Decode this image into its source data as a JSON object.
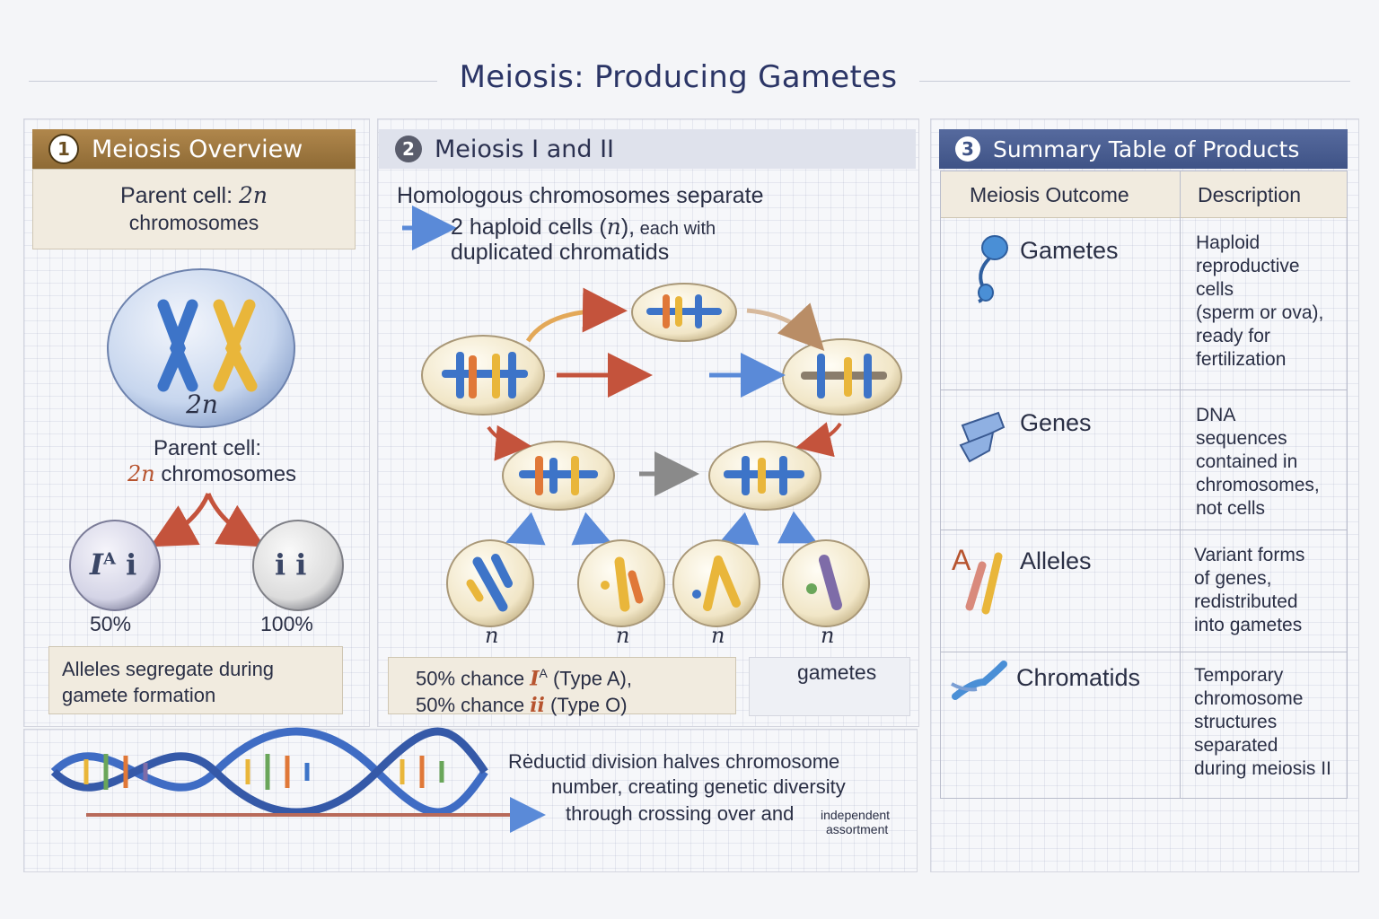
{
  "title": "Meiosis: Producing Gametes",
  "panel1": {
    "number": "1",
    "header": "Meiosis Overview",
    "parent_box_line1": "Parent cell:",
    "parent_box_2n": "2n",
    "parent_box_line2": "chromosomes",
    "cell_label": "2n",
    "parent_line1": "Parent cell:",
    "parent_2n": "2n",
    "parent_line2": " chromosomes",
    "left_cell_text": "I",
    "left_cell_sup": "A",
    "left_cell_i": "i",
    "right_cell_text": "i i",
    "left_pct": "50%",
    "right_pct": "100%",
    "alleles_line1": "Alleles segregate during",
    "alleles_line2": "gamete formation"
  },
  "panel2": {
    "number": "2",
    "header": "Meiosis I and II",
    "intro_line1": "Homologous chromosomes separate",
    "intro_line2a": "2 haploid cells (",
    "intro_line2n": "n",
    "intro_line2b": "),",
    "intro_line2small": " each with",
    "intro_line3": "duplicated chromatids",
    "n_labels": [
      "n",
      "n",
      "n",
      "n"
    ],
    "chance_line1a": "50% chance ",
    "chance_line1g": "I",
    "chance_line1sup": "A",
    "chance_line1b": " (Type A),",
    "chance_line2a": "50% chance ",
    "chance_line2g": "ii",
    "chance_line2b": " (Type O)",
    "gametes_label": "gametes"
  },
  "bottom": {
    "line1": "Rėductid division halves chromosome",
    "line2": "number, creating genetic diversity",
    "line3": "through crossing over and",
    "line3_small": "independent",
    "line4_small": "assortment"
  },
  "panel3": {
    "number": "3",
    "header": "Summary Table of Products",
    "col_outcome": "Meiosis Outcome",
    "col_description": "Description",
    "rows": [
      {
        "name": "Gametes",
        "icon": "sperm-icon",
        "desc": [
          "Haploid",
          "reproductive",
          "cells",
          "(sperm or ova),",
          "ready for",
          "fertilization"
        ]
      },
      {
        "name": "Genes",
        "icon": "chromosome-icon",
        "desc": [
          "DNA",
          "sequences",
          "contained in",
          "chromosomes,",
          "not cells"
        ]
      },
      {
        "name": "Alleles",
        "icon": "allele-icon",
        "letter": "A",
        "desc": [
          "Variant forms",
          "of genes,",
          "redistributed",
          "into gametes"
        ]
      },
      {
        "name": "Chromatids",
        "icon": "chromatid-icon",
        "desc": [
          "Temporary",
          "chromosome",
          "structures",
          "separated",
          "during meiosis II"
        ]
      }
    ]
  },
  "colors": {
    "title": "#2b3566",
    "panel1_header": "#9c7840",
    "panel3_header": "#4a5d92",
    "chromosome_blue": "#3d74c8",
    "chromosome_yellow": "#e9b63a",
    "chromosome_orange": "#e07838",
    "arrow_red": "#c4533c",
    "arrow_blue": "#5a8ad8"
  }
}
